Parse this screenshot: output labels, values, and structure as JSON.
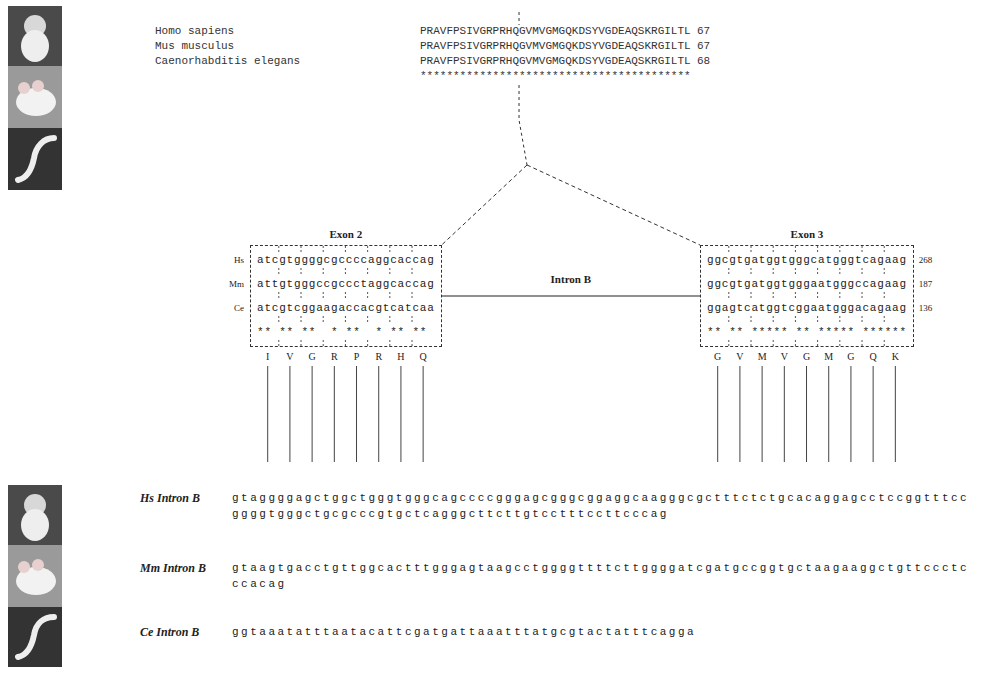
{
  "diagram": {
    "nodes": [
      {
        "text": [
          "Exon 2",
          "atcgtggggcgccccaggcaccag",
          "attgtgggccgccctaggcaccag",
          "atcgtcggaagaccacgtcatcaa",
          "** ** **  * **  * ** **"
        ]
      },
      {
        "text": [
          "Exon 3",
          "ggcgtgatggtgggcatgggtcagaag",
          "ggcgtgatggtgggaatgggccagaag",
          "ggagtcatggtcggaatgggacagaag",
          "** ** ***** ** ***** ******"
        ]
      }
    ],
    "edges": [
      {
        "from": 0,
        "to": 1,
        "arrow": "none",
        "label": "Intron B"
      }
    ],
    "labels": [
      "Homo sapiens",
      "Mus musculus",
      "Caenorhabditis elegans",
      "PRAVFPSIVGRPRHQGVMVGMGQKDSYVGDEAQSKRGILTL",
      "PRAVFPSIVGRPRHQGVMVGMGQKDSYVGDEAQSKRGILTL",
      "PRAVFPSIVGRPRHQGVMVGMGQKDSYVGDEAQSKRGILTL",
      "67",
      "67",
      "68",
      "*****************************************",
      "Hs",
      "Mm",
      "Ce",
      "I",
      "V",
      "G",
      "R",
      "P",
      "R",
      "H",
      "Q",
      "G",
      "V",
      "M",
      "V",
      "G",
      "M",
      "G",
      "Q",
      "K",
      "268",
      "187",
      "136",
      "Hs Intron B",
      "gtaggggagctggctgggtgggcagccccgggagcgggcggaggcaagggcgctttctctgcacaggagcctccggtttccggggtgggctgcgcccgtgctcagggcttcttgtcctttccttcccag",
      "Mm Intron B",
      "gtaagtgacctgttggcactttgggagtaagcctggggttttcttggggatcgatgccggtgctaagaaggctgttccctcccacag",
      "Ce Intron B",
      "ggtaaatatttaatacattcgatgattaaatttatgcgtactatttcagga"
    ]
  }
}
